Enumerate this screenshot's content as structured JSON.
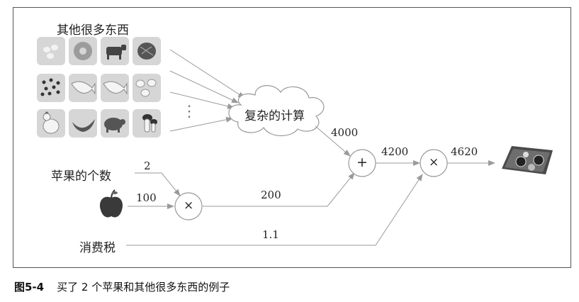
{
  "title_other": "其他很多东西",
  "cloud_label": "复杂的计算",
  "apple_count_label": "苹果的个数",
  "tax_label": "消费税",
  "edge_values": {
    "apple_count": "2",
    "apple_price": "100",
    "apple_total": "200",
    "other_total": "4000",
    "sum": "4200",
    "tax_rate": "1.1",
    "final": "4620"
  },
  "ops": {
    "add": "+",
    "multiply": "×"
  },
  "ellipsis": "⋮",
  "items": [
    "beans-icon",
    "donut-icon",
    "cow-icon",
    "walnut-icon",
    "seeds-icon",
    "fish-icon",
    "fish-icon",
    "eggs-icon",
    "chicken-icon",
    "banana-icon",
    "pig-icon",
    "mushroom-icon"
  ],
  "caption": {
    "figure_no": "图5-4",
    "text": "买了 2 个苹果和其他很多东西的例子"
  }
}
